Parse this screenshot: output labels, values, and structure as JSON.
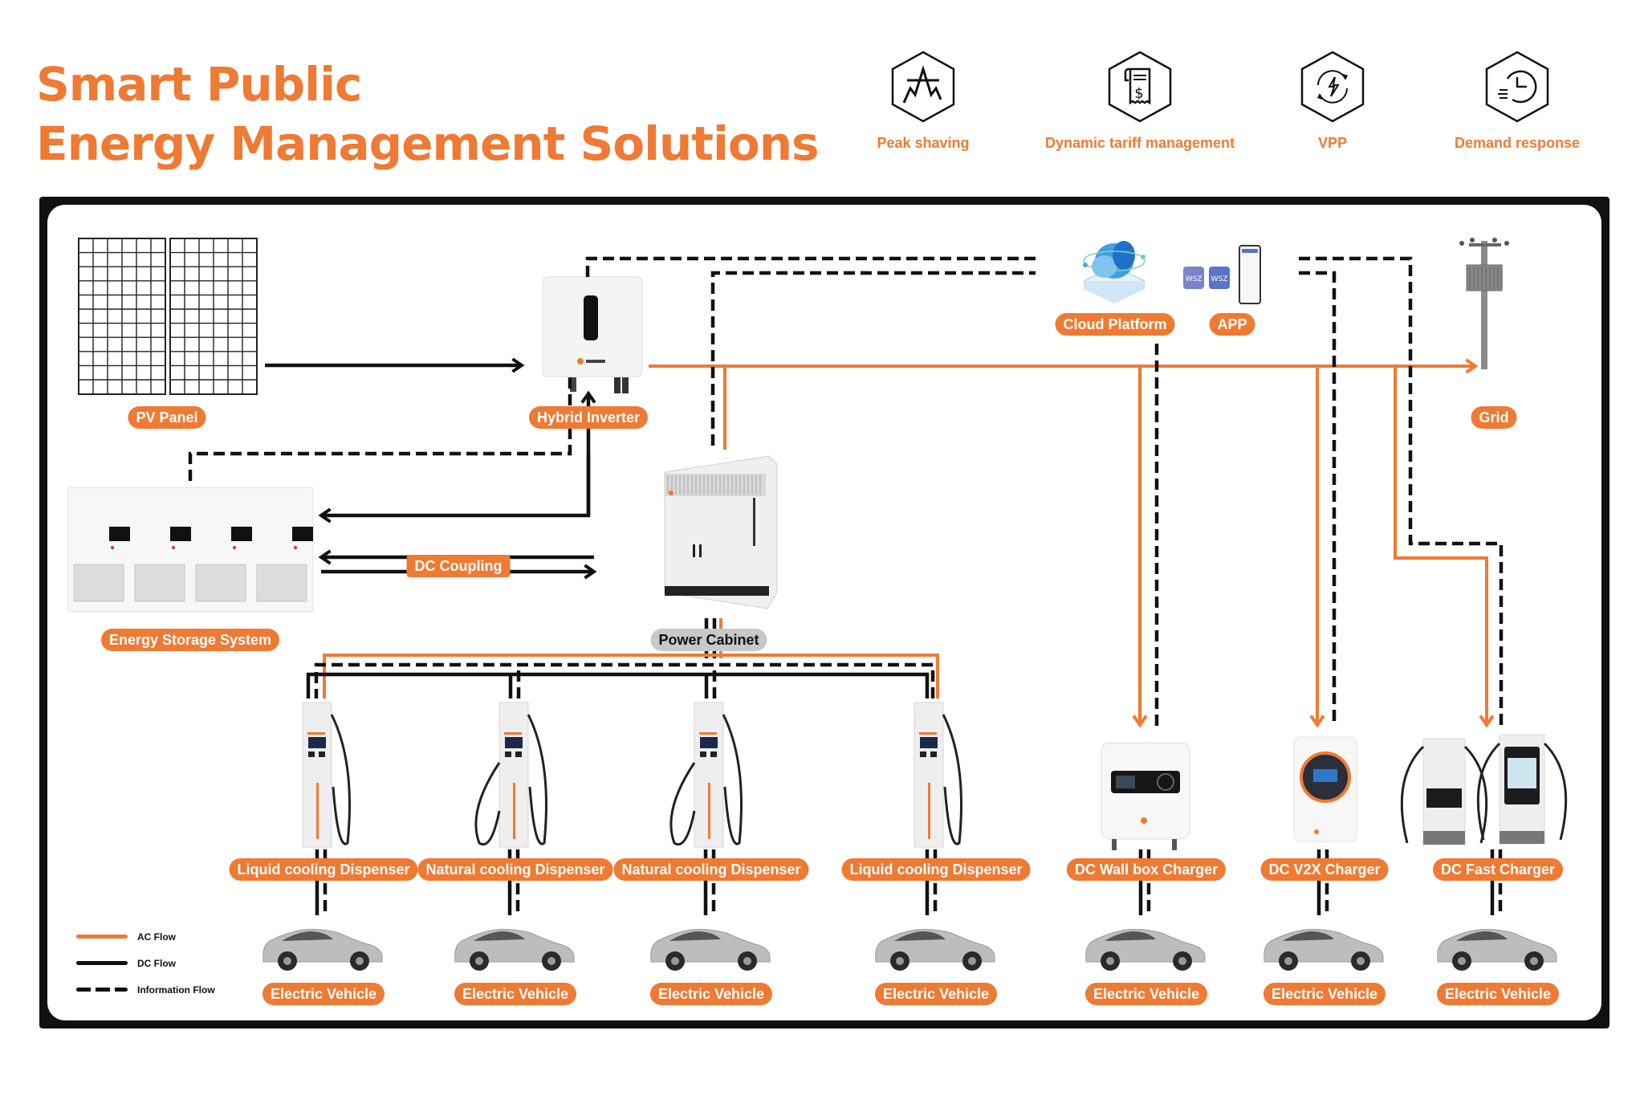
{
  "title": {
    "line1": "Smart Public",
    "line2": "Energy Management Solutions"
  },
  "features": [
    {
      "label": "Peak shaving",
      "icon": "peak-shaving-icon"
    },
    {
      "label": "Dynamic tariff management",
      "icon": "receipt-dollar-icon"
    },
    {
      "label": "VPP",
      "icon": "lightning-cycle-icon"
    },
    {
      "label": "Demand response",
      "icon": "fast-clock-icon"
    }
  ],
  "colors": {
    "accent": "#ee7a34",
    "ac_flow": "#ee7a34",
    "dc_flow": "#111111",
    "info_flow": "#111111",
    "tag_grey": "#c8c8c8"
  },
  "nodes": {
    "pv_panel": "PV Panel",
    "hybrid_inverter": "Hybrid Inverter",
    "cloud_platform": "Cloud Platform",
    "app": "APP",
    "grid": "Grid",
    "energy_storage": "Energy Storage System",
    "dc_coupling": "DC Coupling",
    "power_cabinet": "Power Cabinet",
    "dispensers": [
      "Liquid cooling Dispenser",
      "Natural cooling Dispenser",
      "Natural cooling Dispenser",
      "Liquid cooling Dispenser"
    ],
    "chargers": [
      "DC Wall box Charger",
      "DC V2X Charger",
      "DC Fast Charger"
    ],
    "vehicles": [
      "Electric Vehicle",
      "Electric Vehicle",
      "Electric Vehicle",
      "Electric Vehicle",
      "Electric Vehicle",
      "Electric Vehicle",
      "Electric Vehicle"
    ]
  },
  "legend": [
    {
      "label": "AC Flow",
      "style": "ac"
    },
    {
      "label": "DC Flow",
      "style": "dc"
    },
    {
      "label": "Information Flow",
      "style": "info"
    }
  ]
}
